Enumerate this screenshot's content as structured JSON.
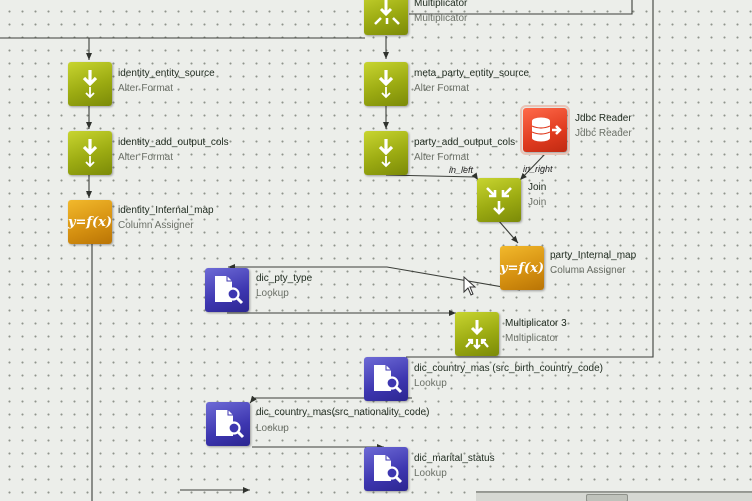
{
  "nodes": {
    "multiplicator_top": {
      "title": "Multiplicator",
      "type": "Multiplicator"
    },
    "identity_entity_source": {
      "title": "identity_entity_source",
      "type": "Alter Format"
    },
    "meta_party_entity_source": {
      "title": "meta_party_entity_source",
      "type": "Alter Format"
    },
    "identity_add_output_cols": {
      "title": "identity_add_output_cols",
      "type": "Alter Format"
    },
    "party_add_output_cols": {
      "title": "party_add_output_cols",
      "type": "Alter Format"
    },
    "jdbc_reader": {
      "title": "Jdbc Reader",
      "type": "Jdbc Reader"
    },
    "join": {
      "title": "Join",
      "type": "Join"
    },
    "identity_internal_map": {
      "title": "identity_Internal_map",
      "type": "Column Assigner"
    },
    "party_internal_map": {
      "title": "party_Internal_map",
      "type": "Column Assigner"
    },
    "dic_pty_type": {
      "title": "dic_pty_type",
      "type": "Lookup"
    },
    "multiplicator_3": {
      "title": "Multiplicator 3",
      "type": "Multiplicator"
    },
    "dic_country_mas_birth": {
      "title": "dic_country_mas (src_birth_country_code)",
      "type": "Lookup"
    },
    "dic_country_mas_nationality": {
      "title": "dic_country_mas(src_nationality_code)",
      "type": "Lookup"
    },
    "dic_marital_status": {
      "title": "dic_marital_status",
      "type": "Lookup"
    }
  },
  "ports": {
    "in_left": "in_left",
    "in_right": "in_right"
  },
  "icons": {
    "alter": "arrow-down-icon",
    "multiplicator": "split-arrows-icon",
    "assign": "fx-icon",
    "fx_text": "y=f(x)",
    "lookup": "document-magnifier-icon",
    "reader": "database-arrow-icon",
    "join": "merge-arrows-icon"
  },
  "colors": {
    "alter": "#9cab12",
    "assign": "#d48f10",
    "lookup": "#3d36b0",
    "reader": "#e03b1f",
    "wire": "#3c3f3a"
  }
}
